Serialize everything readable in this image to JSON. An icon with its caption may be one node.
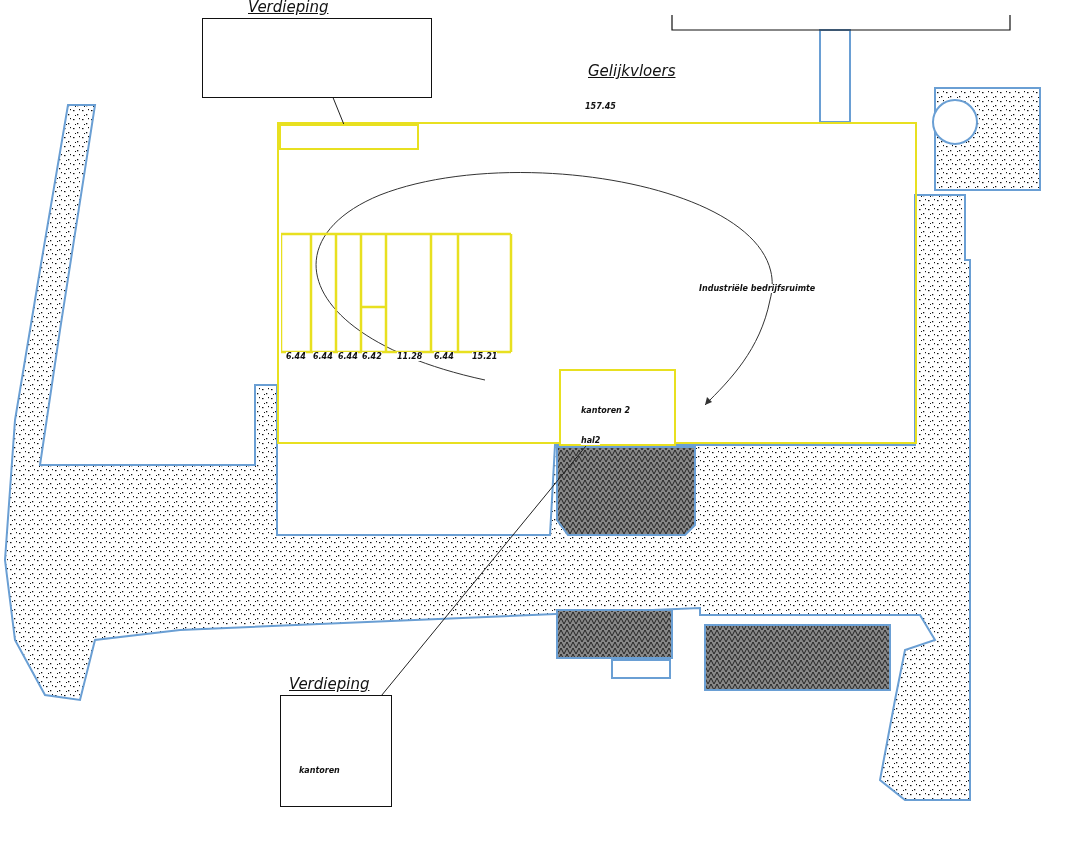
{
  "diagram": {
    "nodes": [
      {
        "text": [
          "Industriële bedrijfsruimte"
        ]
      },
      {
        "text": [],
        "shape": "box",
        "in": 0
      },
      {
        "text": [
          "kantoren 2",
          "hal2"
        ],
        "in": 0
      },
      {
        "text": [
          "Verdieping"
        ]
      },
      {
        "text": [
          "Verdieping",
          "kantoren"
        ]
      }
    ],
    "edges": [
      {
        "from": 3,
        "to": 1,
        "arrow": "none"
      },
      {
        "from": 4,
        "to": 2,
        "arrow": "none"
      }
    ],
    "labels": [
      "Gelijkvloers",
      "157.45",
      "6.44",
      "6.44",
      "6.44",
      "6.42",
      "11.28",
      "6.44",
      "15.21"
    ]
  }
}
